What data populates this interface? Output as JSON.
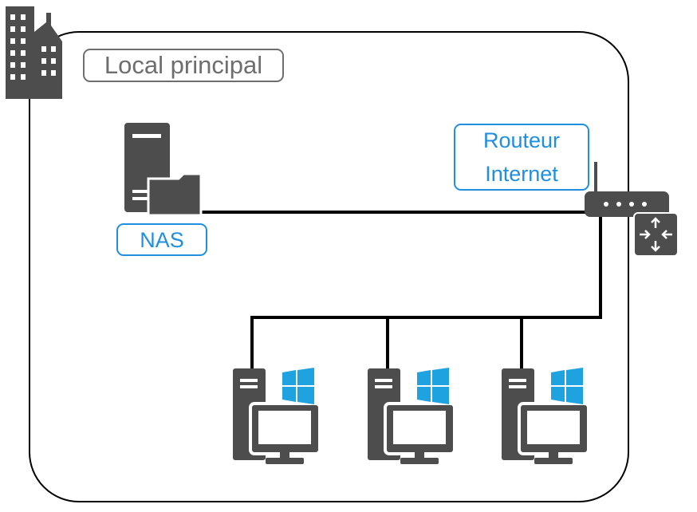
{
  "site": {
    "label": "Local principal"
  },
  "nas": {
    "label": "NAS"
  },
  "router": {
    "label_line1": "Routeur",
    "label_line2": "Internet"
  },
  "workstations": [
    {
      "icon": "windows-desktop-icon"
    },
    {
      "icon": "windows-desktop-icon"
    },
    {
      "icon": "windows-desktop-icon"
    }
  ],
  "colors": {
    "icon_gray": "#4d4d4d",
    "label_blue": "#1f8fe0",
    "windows_blue": "#1fa3e0",
    "line": "#000000"
  }
}
